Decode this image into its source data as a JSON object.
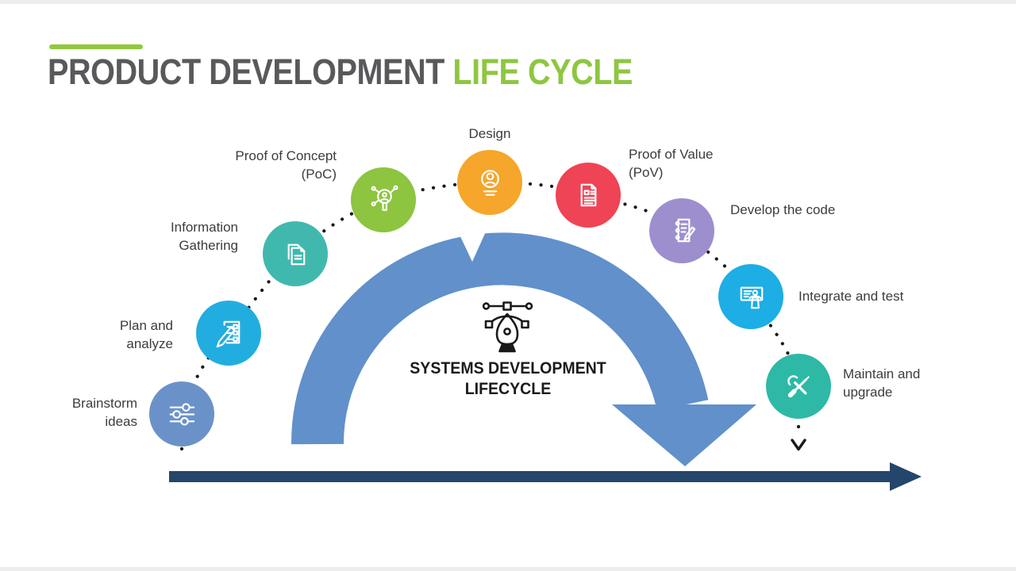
{
  "slide_title": {
    "main": "PRODUCT DEVELOPMENT",
    "highlight": "LIFE CYCLE"
  },
  "center_label": {
    "line1": "SYSTEMS DEVELOPMENT",
    "line2": "LIFECYCLE",
    "icon": "pen-tool-icon"
  },
  "stages": [
    {
      "label": "Brainstorm ideas",
      "lines": [
        "Brainstorm",
        "ideas"
      ],
      "color": "#6B92C8",
      "icon": "sliders-icon"
    },
    {
      "label": "Plan and analyze",
      "lines": [
        "Plan and",
        "analyze"
      ],
      "color": "#22ADE0",
      "icon": "pencil-checklist-icon"
    },
    {
      "label": "Information Gathering",
      "lines": [
        "Information",
        "Gathering"
      ],
      "color": "#41B8AE",
      "icon": "documents-icon"
    },
    {
      "label": "Proof of Concept (PoC)",
      "lines": [
        "Proof of Concept",
        "(PoC)"
      ],
      "color": "#8DC440",
      "icon": "magnifier-analysis-icon"
    },
    {
      "label": "Design",
      "lines": [
        "Design"
      ],
      "color": "#F5A62B",
      "icon": "avatar-icon"
    },
    {
      "label": "Proof of Value (PoV)",
      "lines": [
        "Proof of Value",
        "(PoV)"
      ],
      "color": "#EE4456",
      "icon": "report-document-icon"
    },
    {
      "label": "Develop the code",
      "lines": [
        "Develop the code"
      ],
      "color": "#9D8FCE",
      "icon": "notepad-pencil-icon"
    },
    {
      "label": "Integrate and test",
      "lines": [
        "Integrate and test"
      ],
      "color": "#1CAEE4",
      "icon": "presentation-icon"
    },
    {
      "label": "Maintain and upgrade",
      "lines": [
        "Maintain and",
        "upgrade"
      ],
      "color": "#2EB9A6",
      "icon": "tools-icon"
    }
  ],
  "colors": {
    "title_main": "#58595B",
    "title_highlight": "#8EC640",
    "accent_bar": "#92C83E",
    "arch": "#6190CB",
    "timeline": "#24466B",
    "dots": "#1A1A1A",
    "center_text": "#1B1B1B"
  }
}
